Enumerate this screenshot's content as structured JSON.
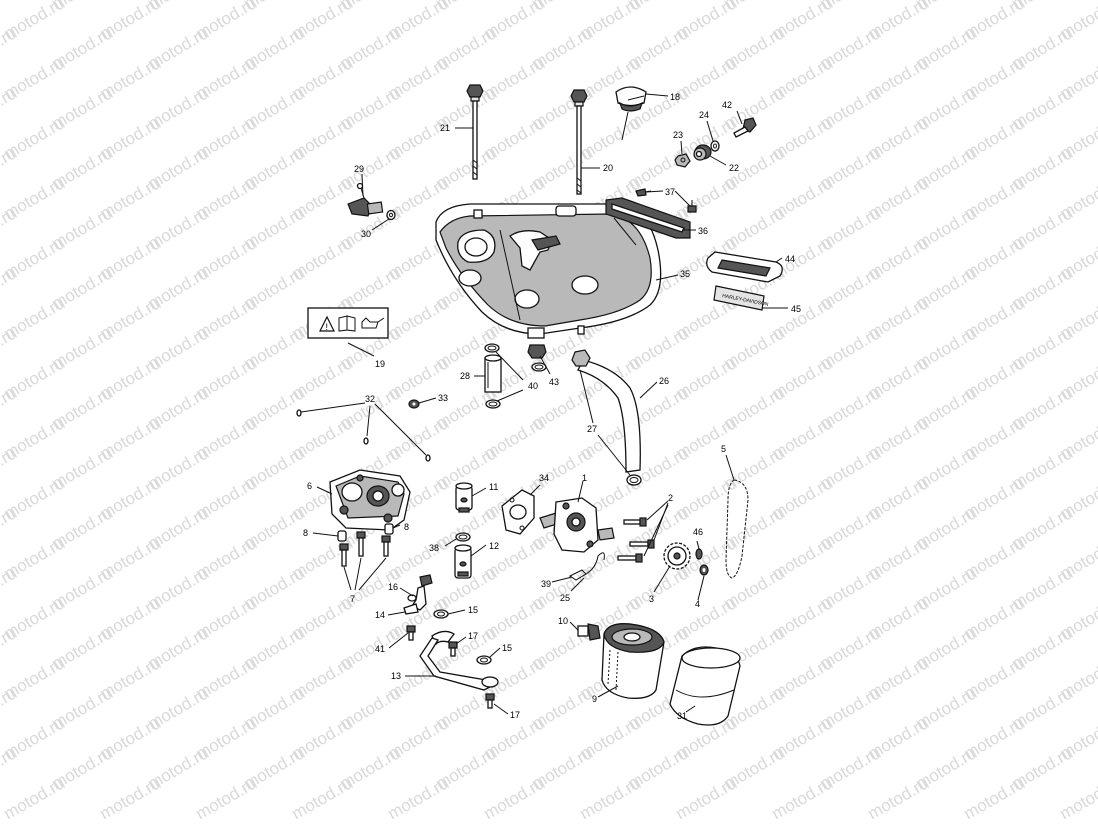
{
  "watermark": "motod.ru",
  "colors": {
    "background": "#ffffff",
    "line": "#111111",
    "watermark": "#d9d9d9",
    "fill_dark": "#555555",
    "fill_mid": "#b9b9b9"
  },
  "decal_45_text": "HARLEY-DAVIDSON",
  "callouts": [
    "1",
    "2",
    "3",
    "4",
    "5",
    "6",
    "7",
    "8",
    "9",
    "10",
    "11",
    "12",
    "13",
    "14",
    "15",
    "16",
    "17",
    "18",
    "19",
    "20",
    "21",
    "22",
    "23",
    "24",
    "25",
    "26",
    "27",
    "28",
    "29",
    "30",
    "31",
    "32",
    "33",
    "34",
    "35",
    "36",
    "37",
    "38",
    "39",
    "40",
    "41",
    "42",
    "43",
    "44",
    "45",
    "46"
  ]
}
